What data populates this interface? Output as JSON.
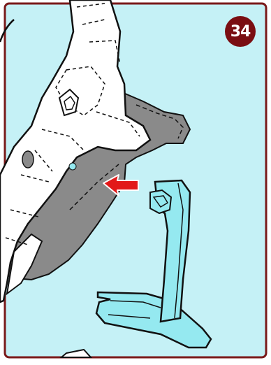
{
  "step": {
    "number": "34",
    "badge_color": "#7a0e12"
  },
  "colors": {
    "panel_background": "#c5f1f6",
    "panel_border": "#7a1a1a",
    "part_highlight": "#95e9f0",
    "shadow_region": "#8a8a8a",
    "arrow": "#e21818",
    "outline": "#111111"
  },
  "parts": {
    "model_body": "white-robot-leg-assembly",
    "stand": "cyan-display-stand",
    "arrow_direction": "left"
  }
}
